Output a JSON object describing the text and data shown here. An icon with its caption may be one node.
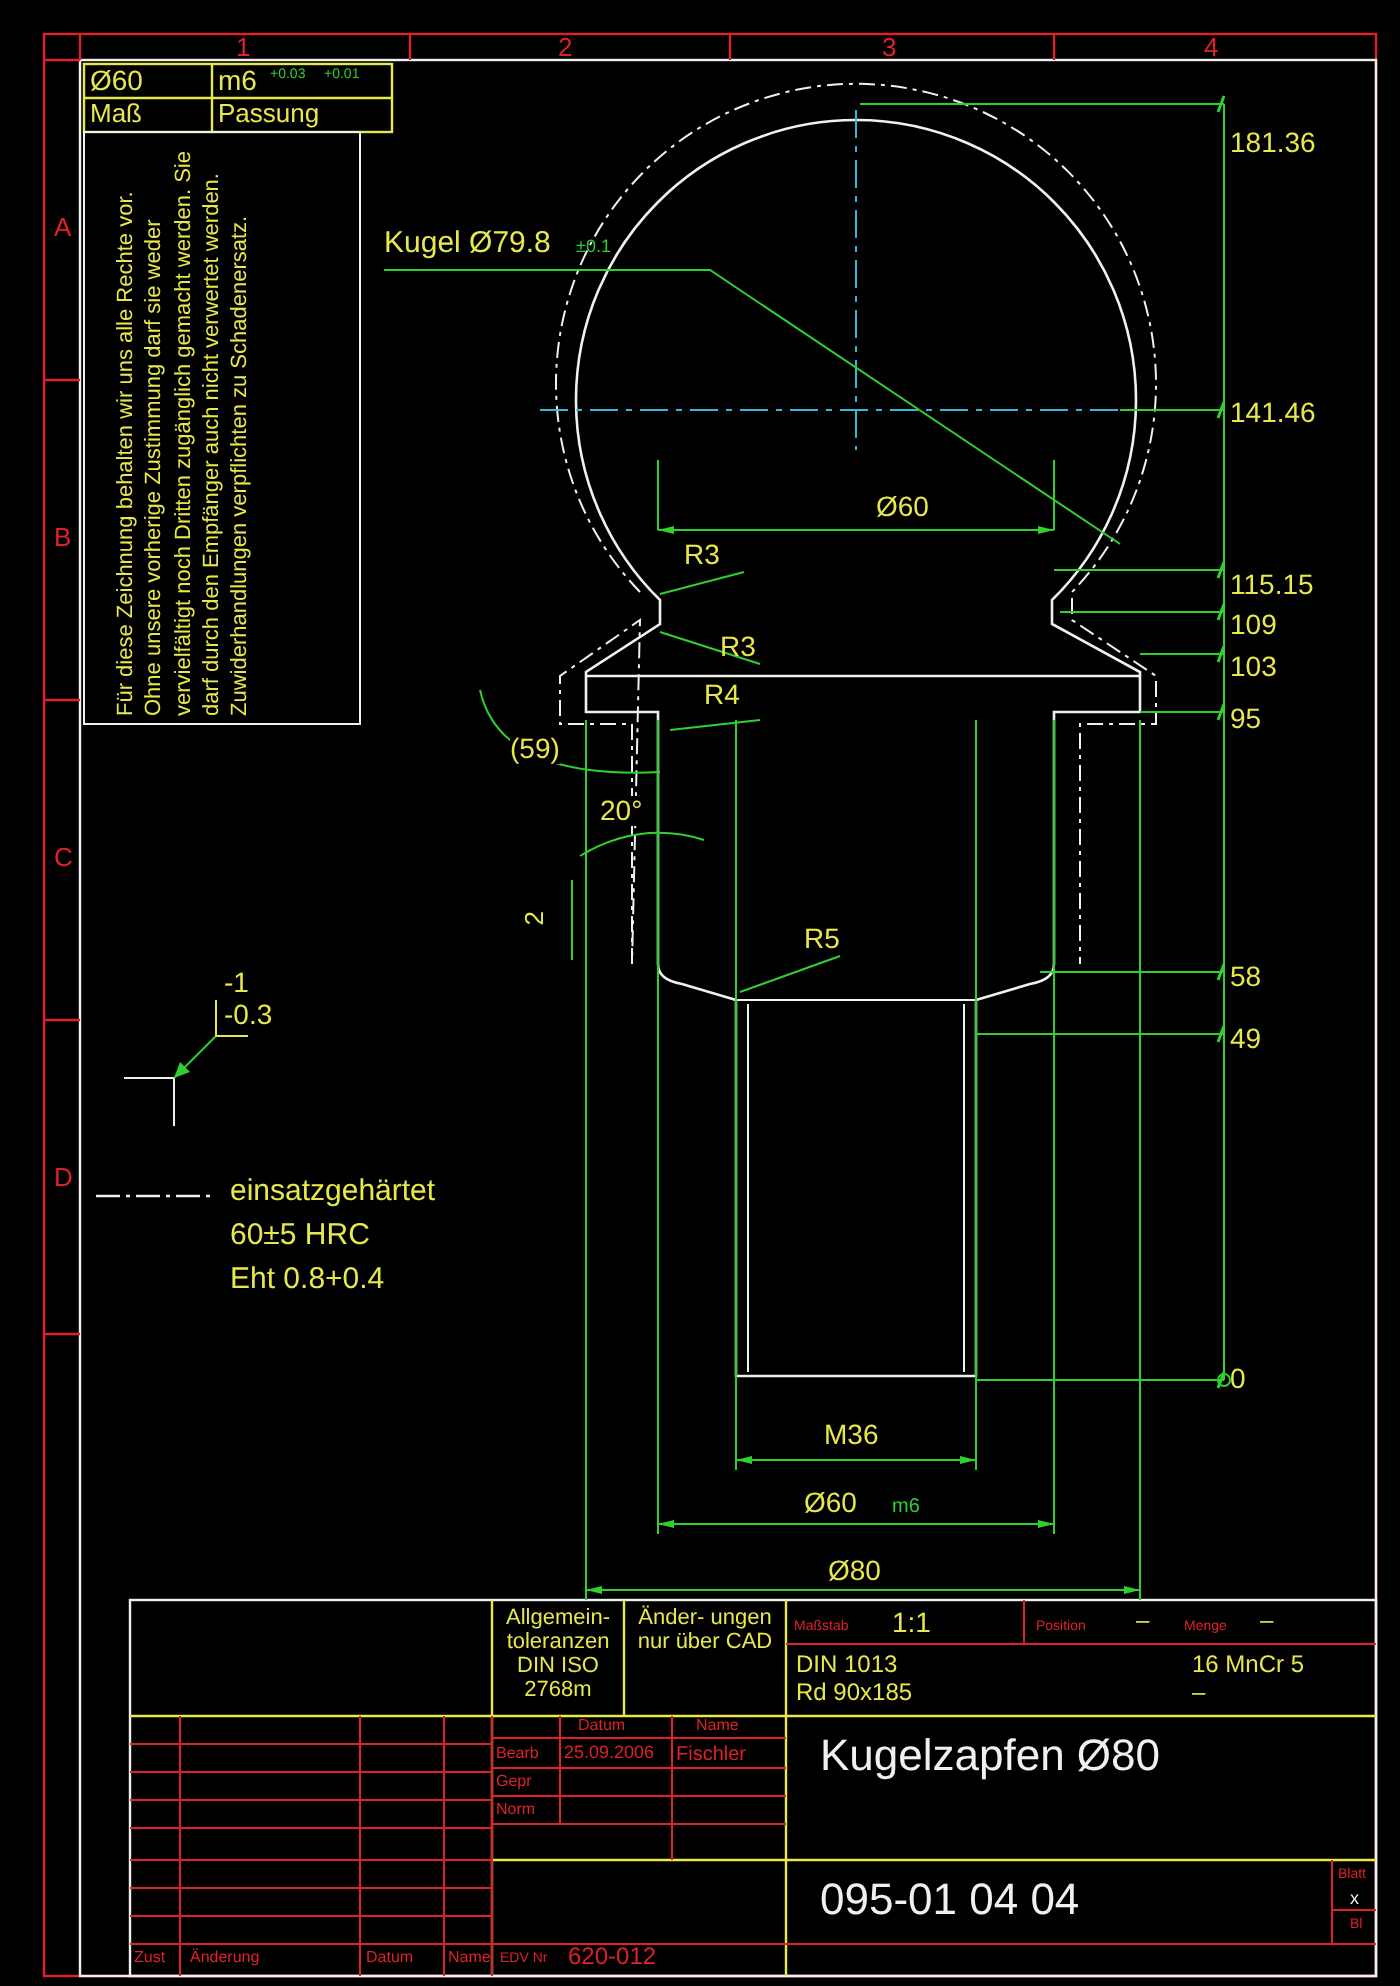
{
  "diagram": {
    "labels": [
      "1",
      "2",
      "3",
      "4",
      "A",
      "B",
      "C",
      "D",
      "Ø60",
      "m6",
      "+0.03",
      "+0.01",
      "Maß",
      "Passung",
      "Für diese Zeichnung behalten wir uns alle Rechte vor. Ohne unsere vorherige Zustimmung darf sie weder vervielfältigt noch Dritten zugänglich gemacht werden. Sie darf durch den Empfänger auch nicht verwertet werden. Zuwiderhandlungen verpflichten zu Schadenersatz.",
      "Kugel Ø79.8",
      "±0.1",
      "181.36",
      "141.46",
      "115.15",
      "109",
      "103",
      "95",
      "58",
      "49",
      "0",
      "Ø60",
      "R3",
      "R3",
      "R4",
      "(59)",
      "20°",
      "2",
      "R5",
      "M36",
      "Ø60",
      "m6",
      "Ø80",
      "-1",
      "-0.3",
      "einsatzgehärtet",
      "60±5 HRC",
      "Eht 0.8+0.4",
      "Allgemein- toleranzen DIN ISO 2768m",
      "Änder- ungen nur über CAD",
      "Maßstab",
      "1:1",
      "Position",
      "–",
      "Menge",
      "–",
      "DIN 1013",
      "Rd 90x185",
      "16 MnCr 5",
      "–",
      "Datum",
      "Name",
      "Bearb",
      "25.09.2006",
      "Fischler",
      "Gepr",
      "Norm",
      "Kugelzapfen Ø80",
      "095-01 04 04",
      "Blatt",
      "x",
      "Bl",
      "Zust",
      "Änderung",
      "Datum",
      "Name",
      "EDV Nr",
      "620-012"
    ]
  }
}
